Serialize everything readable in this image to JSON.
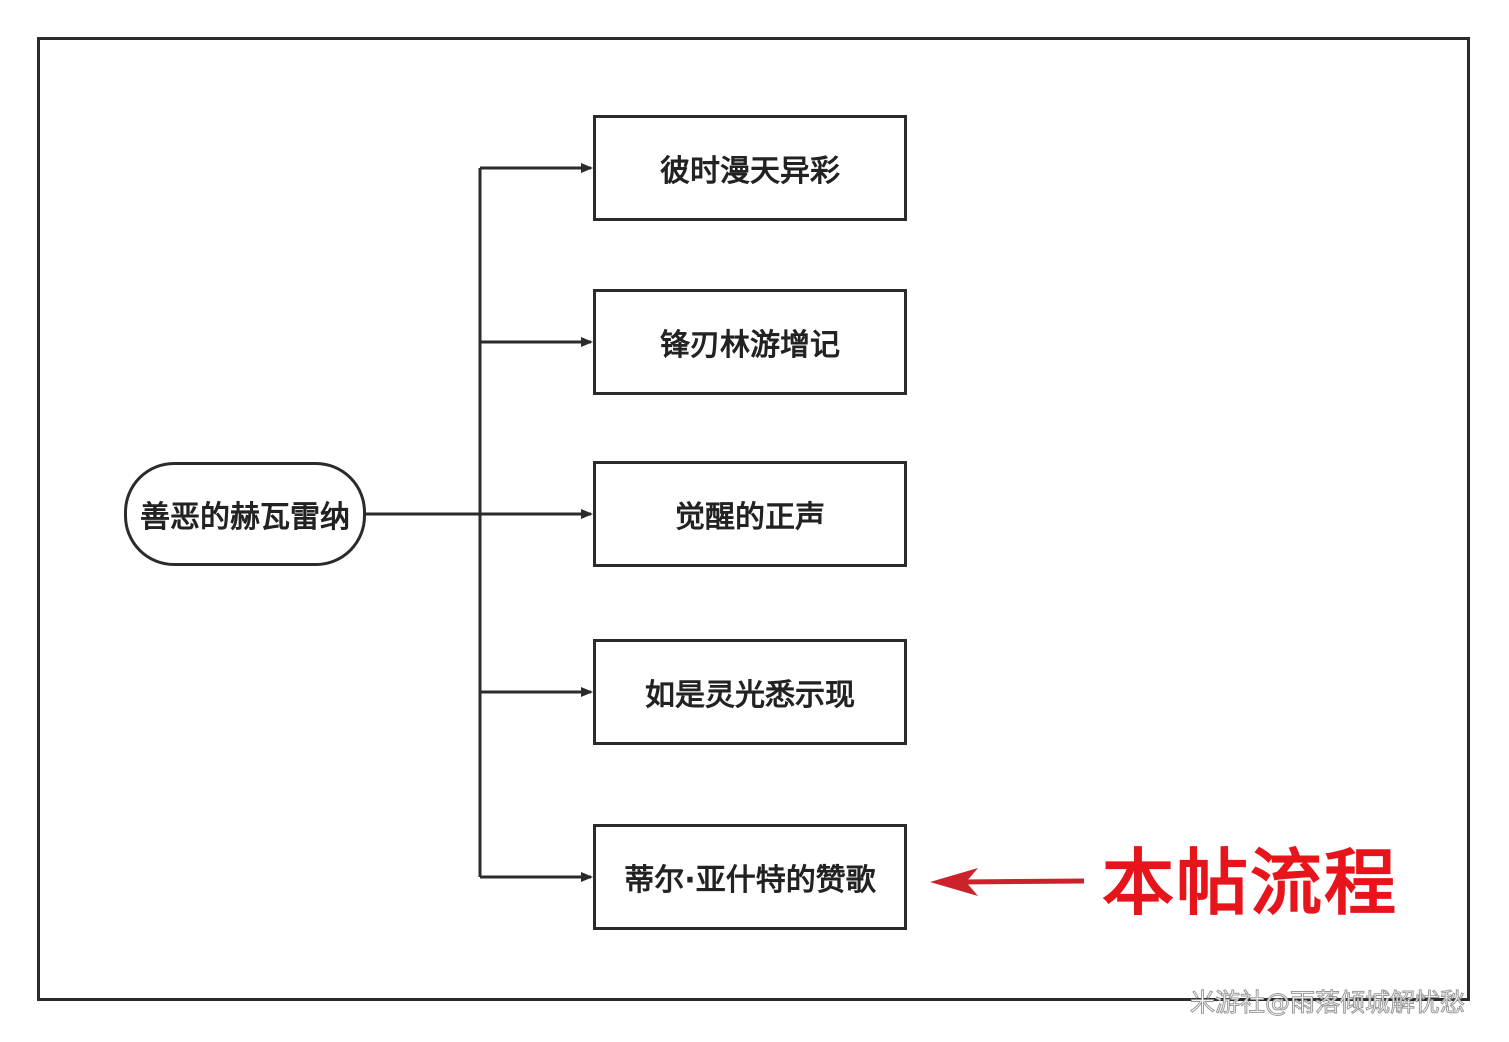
{
  "diagram": {
    "root": {
      "label": "善恶的赫瓦雷纳"
    },
    "children": [
      {
        "label": "彼时漫天异彩"
      },
      {
        "label": "锋刃林游增记"
      },
      {
        "label": "觉醒的正声"
      },
      {
        "label": "如是灵光悉示现"
      },
      {
        "label": "蒂尔·亚什特的赞歌"
      }
    ],
    "annotation": {
      "label": "本帖流程",
      "points_to": "蒂尔·亚什特的赞歌",
      "color": "#e8141c"
    },
    "line_color": "#2b2b2b"
  },
  "watermark": "米游社@雨落倾城解忧愁"
}
